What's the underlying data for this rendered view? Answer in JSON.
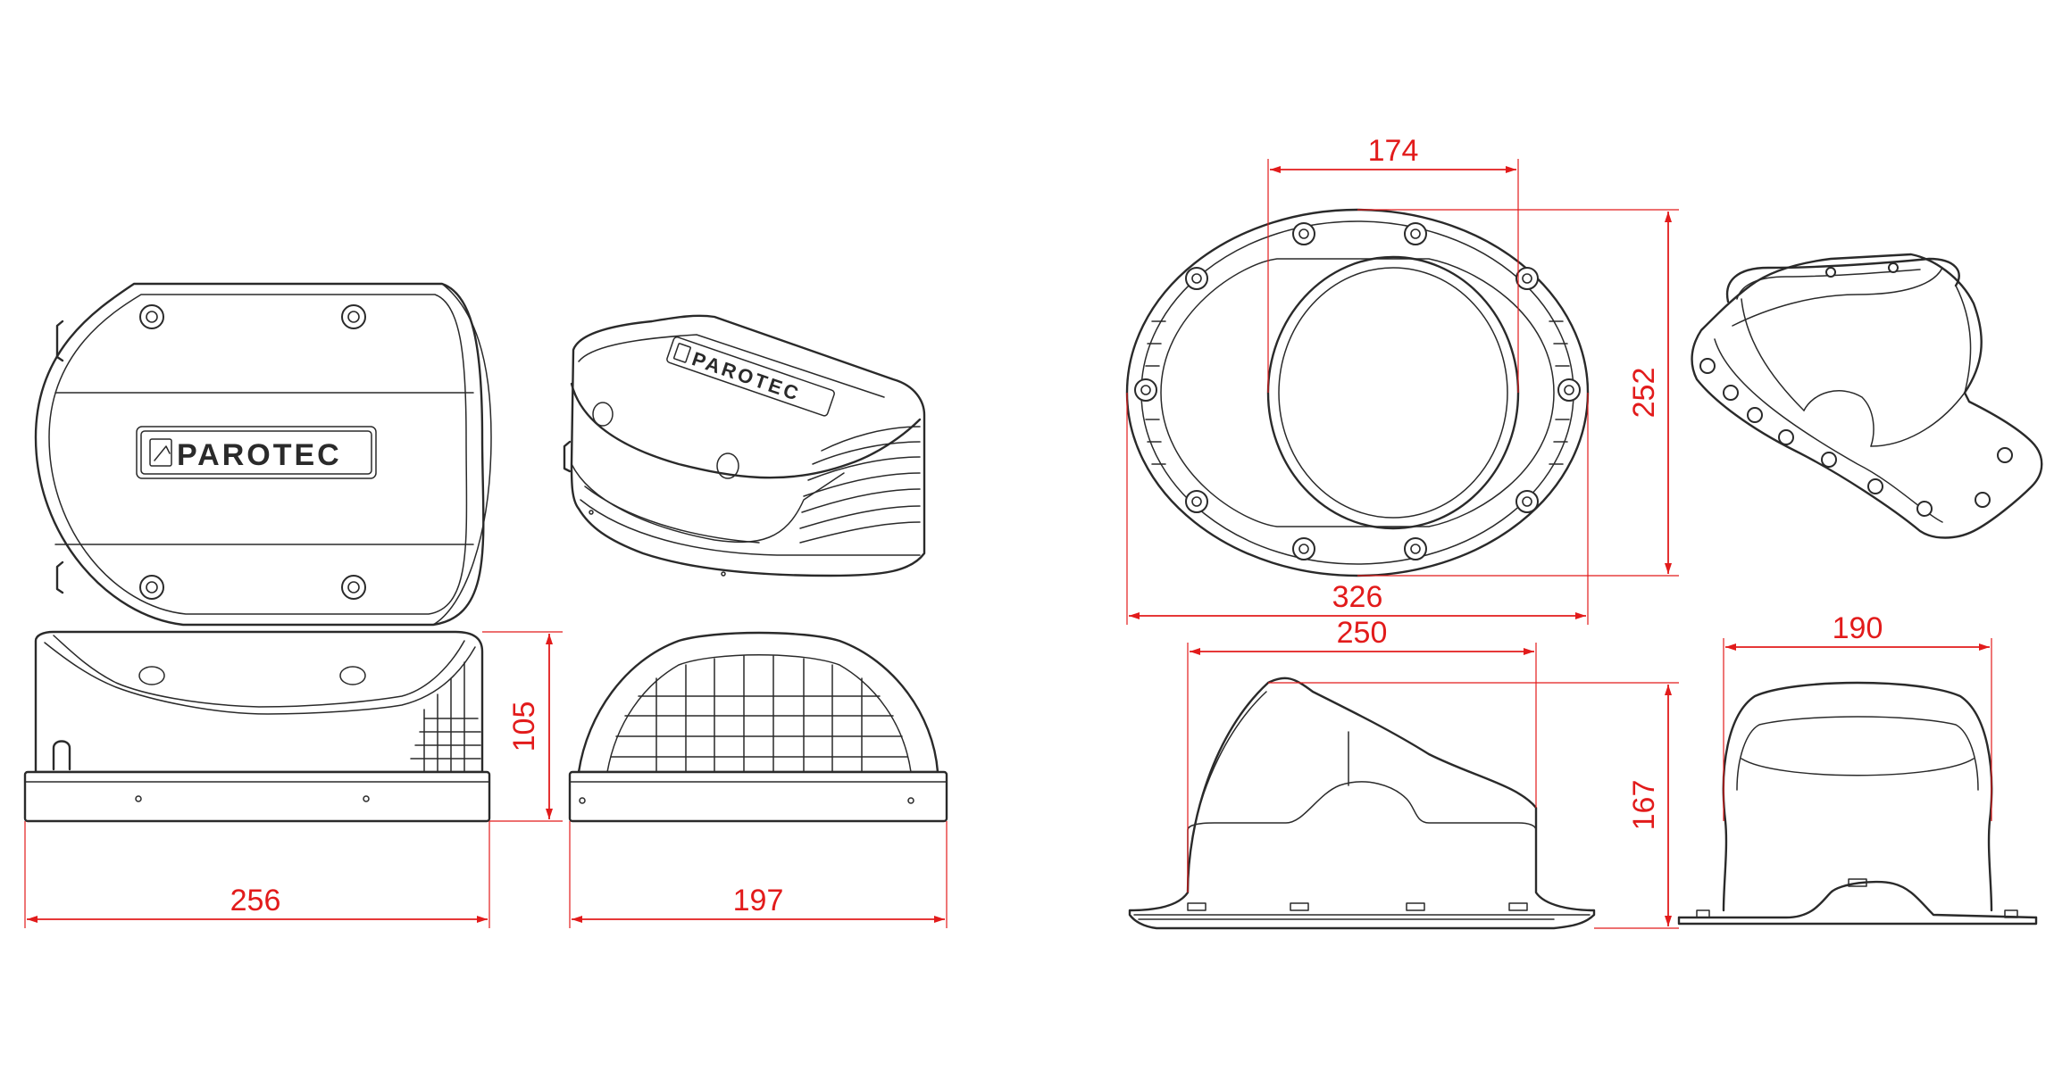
{
  "brand": {
    "logo_text": "PAROTEC",
    "line_color": "#2a2a2a",
    "dimension_color": "#e21b1b"
  },
  "views": {
    "cap_top": {
      "logo": "PAROTEC"
    },
    "cap_iso": {
      "logo": "PAROTEC"
    },
    "cap_front": {
      "width_label": "256",
      "height_label": "105"
    },
    "cap_side": {
      "width_label": "197"
    },
    "base_top": {
      "inner_width_label": "174",
      "outer_width_label": "326",
      "height_label": "252"
    },
    "base_front": {
      "width_label": "250",
      "height_label": "167"
    },
    "base_side": {
      "width_label": "190"
    }
  }
}
